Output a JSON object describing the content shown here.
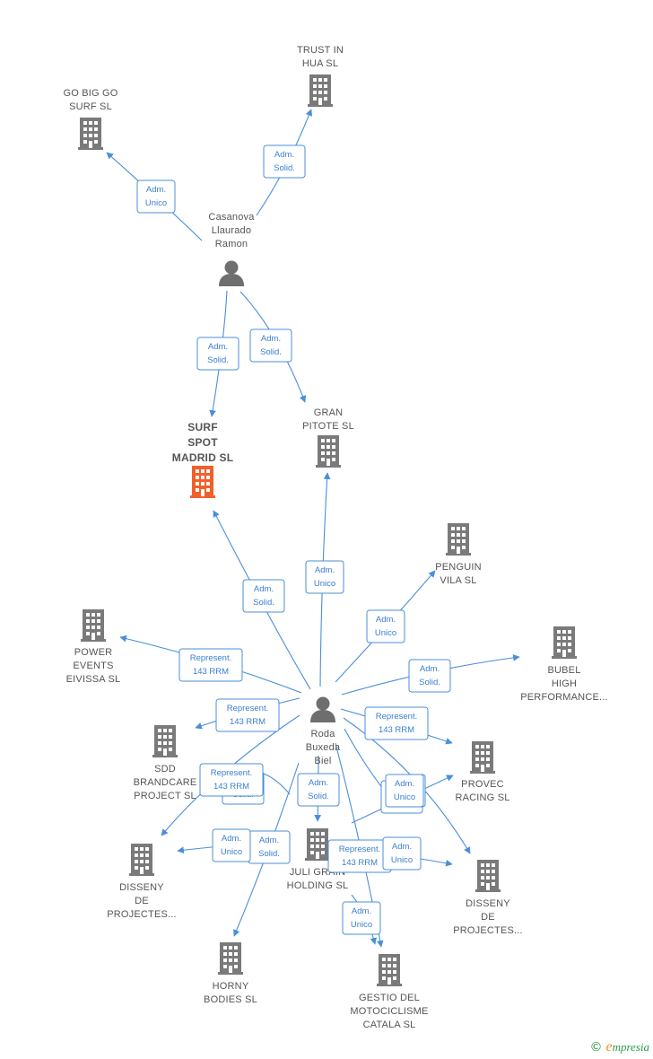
{
  "colors": {
    "edge": "#4a8fd8",
    "edge_text": "#3a7fd0",
    "company": "#7a7a7a",
    "company_highlight": "#f0602a",
    "person": "#6e6e6e",
    "label": "#555555",
    "brand_green": "#2e9a48",
    "brand_orange": "#f08c1e"
  },
  "nodes": [
    {
      "id": "trust",
      "type": "company",
      "lines": [
        "TRUST IN",
        "HUA  SL"
      ]
    },
    {
      "id": "gobig",
      "type": "company",
      "lines": [
        "GO BIG GO",
        "SURF  SL"
      ]
    },
    {
      "id": "casanova",
      "type": "person",
      "lines": [
        "Casanova",
        "Llaurado",
        "Ramon"
      ]
    },
    {
      "id": "surfspot",
      "type": "company",
      "highlight": true,
      "lines": [
        "SURF",
        "SPOT",
        "MADRID  SL"
      ]
    },
    {
      "id": "granpitote",
      "type": "company",
      "lines": [
        "GRAN",
        "PITOTE SL"
      ]
    },
    {
      "id": "penguin",
      "type": "company",
      "lines": [
        "PENGUIN",
        "VILA  SL"
      ]
    },
    {
      "id": "power",
      "type": "company",
      "lines": [
        "POWER",
        "EVENTS",
        "EIVISSA SL"
      ]
    },
    {
      "id": "bubel",
      "type": "company",
      "lines": [
        "BUBEL",
        "HIGH",
        "PERFORMANCE..."
      ]
    },
    {
      "id": "roda",
      "type": "person",
      "lines": [
        "Roda",
        "Buxeda",
        "Biel"
      ]
    },
    {
      "id": "sdd",
      "type": "company",
      "lines": [
        "SDD",
        "BRANDCARE",
        "PROJECT SL"
      ]
    },
    {
      "id": "provec",
      "type": "company",
      "lines": [
        "PROVEC",
        "RACING  SL"
      ]
    },
    {
      "id": "disseny1",
      "type": "company",
      "lines": [
        "DISSENY",
        "DE",
        "PROJECTES..."
      ]
    },
    {
      "id": "juli",
      "type": "company",
      "lines": [
        "JULI GRAIN",
        "HOLDING  SL"
      ]
    },
    {
      "id": "disseny2",
      "type": "company",
      "lines": [
        "DISSENY",
        "DE",
        "PROJECTES..."
      ]
    },
    {
      "id": "horny",
      "type": "company",
      "lines": [
        "HORNY",
        "BODIES SL"
      ]
    },
    {
      "id": "gestio",
      "type": "company",
      "lines": [
        "GESTIO DEL",
        "MOTOCICLISME",
        "CATALA SL"
      ]
    }
  ],
  "edges": [
    {
      "from": "casanova",
      "to": "trust",
      "lines": [
        "Adm.",
        "Solid."
      ]
    },
    {
      "from": "casanova",
      "to": "gobig",
      "lines": [
        "Adm.",
        "Unico"
      ]
    },
    {
      "from": "casanova",
      "to": "surfspot",
      "lines": [
        "Adm.",
        "Solid."
      ]
    },
    {
      "from": "casanova",
      "to": "granpitote",
      "lines": [
        "Adm.",
        "Solid."
      ]
    },
    {
      "from": "roda",
      "to": "surfspot",
      "lines": [
        "Adm.",
        "Solid."
      ]
    },
    {
      "from": "roda",
      "to": "granpitote",
      "lines": [
        "Adm.",
        "Unico"
      ]
    },
    {
      "from": "roda",
      "to": "penguin",
      "lines": [
        "Adm.",
        "Unico"
      ]
    },
    {
      "from": "roda",
      "to": "power",
      "lines": [
        "Represent.",
        "143 RRM"
      ]
    },
    {
      "from": "roda",
      "to": "bubel",
      "lines": [
        "Adm.",
        "Solid."
      ]
    },
    {
      "from": "roda",
      "to": "sdd",
      "lines": [
        "Represent.",
        "143 RRM"
      ]
    },
    {
      "from": "roda",
      "to": "provec",
      "lines": [
        "Represent.",
        "143 RRM"
      ]
    },
    {
      "from": "roda",
      "to": "disseny1",
      "lines": [
        "Adm.",
        "Solid."
      ]
    },
    {
      "from": "roda",
      "to": "disseny1",
      "lines": [
        "Represent.",
        "143 RRM"
      ]
    },
    {
      "from": "roda",
      "to": "juli",
      "lines": [
        "Adm.",
        "Solid."
      ]
    },
    {
      "from": "roda",
      "to": "provec",
      "lines": [
        "Adm.",
        "Solid."
      ]
    },
    {
      "from": "roda",
      "to": "disseny2",
      "lines": [
        "Adm.",
        "Unico"
      ]
    },
    {
      "from": "roda",
      "to": "horny",
      "lines": [
        "Adm.",
        "Solid."
      ]
    },
    {
      "from": "roda",
      "to": "gestio",
      "lines": [
        "Represent.",
        "143 RRM"
      ]
    },
    {
      "from": "roda",
      "to": "gestio",
      "lines": [
        "Adm.",
        "Unico"
      ]
    },
    {
      "from": "juli",
      "to": "disseny1",
      "lines": [
        "Adm.",
        "Unico"
      ]
    },
    {
      "from": "juli",
      "to": "provec",
      "lines": [
        "Adm.",
        "Unico"
      ]
    },
    {
      "from": "juli",
      "to": "disseny2",
      "lines": [
        "Adm.",
        "Unico"
      ]
    }
  ],
  "footer": {
    "copyright": "©",
    "brand_initial": "e",
    "brand_rest": "mpresia"
  }
}
